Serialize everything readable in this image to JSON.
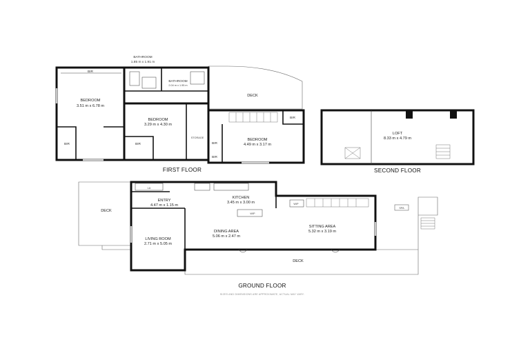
{
  "floors": {
    "first": "FIRST FLOOR",
    "second": "SECOND FLOOR",
    "ground": "GROUND FLOOR"
  },
  "rooms": {
    "bathroom_main": {
      "name": "BATHROOM",
      "size": "1.85 m x 1.91 m"
    },
    "bathroom_small": {
      "name": "BATHROOM",
      "size": "2.04 m x 1.95 m"
    },
    "bedroom_1": {
      "name": "BEDROOM",
      "size": "3.51 m x 6.78 m"
    },
    "bedroom_2": {
      "name": "BEDROOM",
      "size": "3.29 m x 4.30 m"
    },
    "bedroom_3": {
      "name": "BEDROOM",
      "size": "4.49 m x 3.17 m"
    },
    "loft": {
      "name": "LOFT",
      "size": "8.33 m x 4.79 m"
    },
    "entry": {
      "name": "ENTRY",
      "size": "4.47 m x 1.15 m"
    },
    "kitchen": {
      "name": "KITCHEN",
      "size": "3.45 m x 3.00 m"
    },
    "dining": {
      "name": "DINING AREA",
      "size": "5.06 m x 2.47 m"
    },
    "sitting": {
      "name": "SITTING AREA",
      "size": "5.32 m x 3.19 m"
    },
    "living": {
      "name": "LIVING ROOM",
      "size": "2.71 m x 5.05 m"
    }
  },
  "labels": {
    "deck": "DECK",
    "bir": "BIR",
    "storage": "STORAGE",
    "wip": "WIP",
    "laundry": "LA",
    "spa": "SPA"
  },
  "footnote": "SIZES AND DIMENSIONS ARE APPROXIMATE, ACTUAL MAY VARY."
}
